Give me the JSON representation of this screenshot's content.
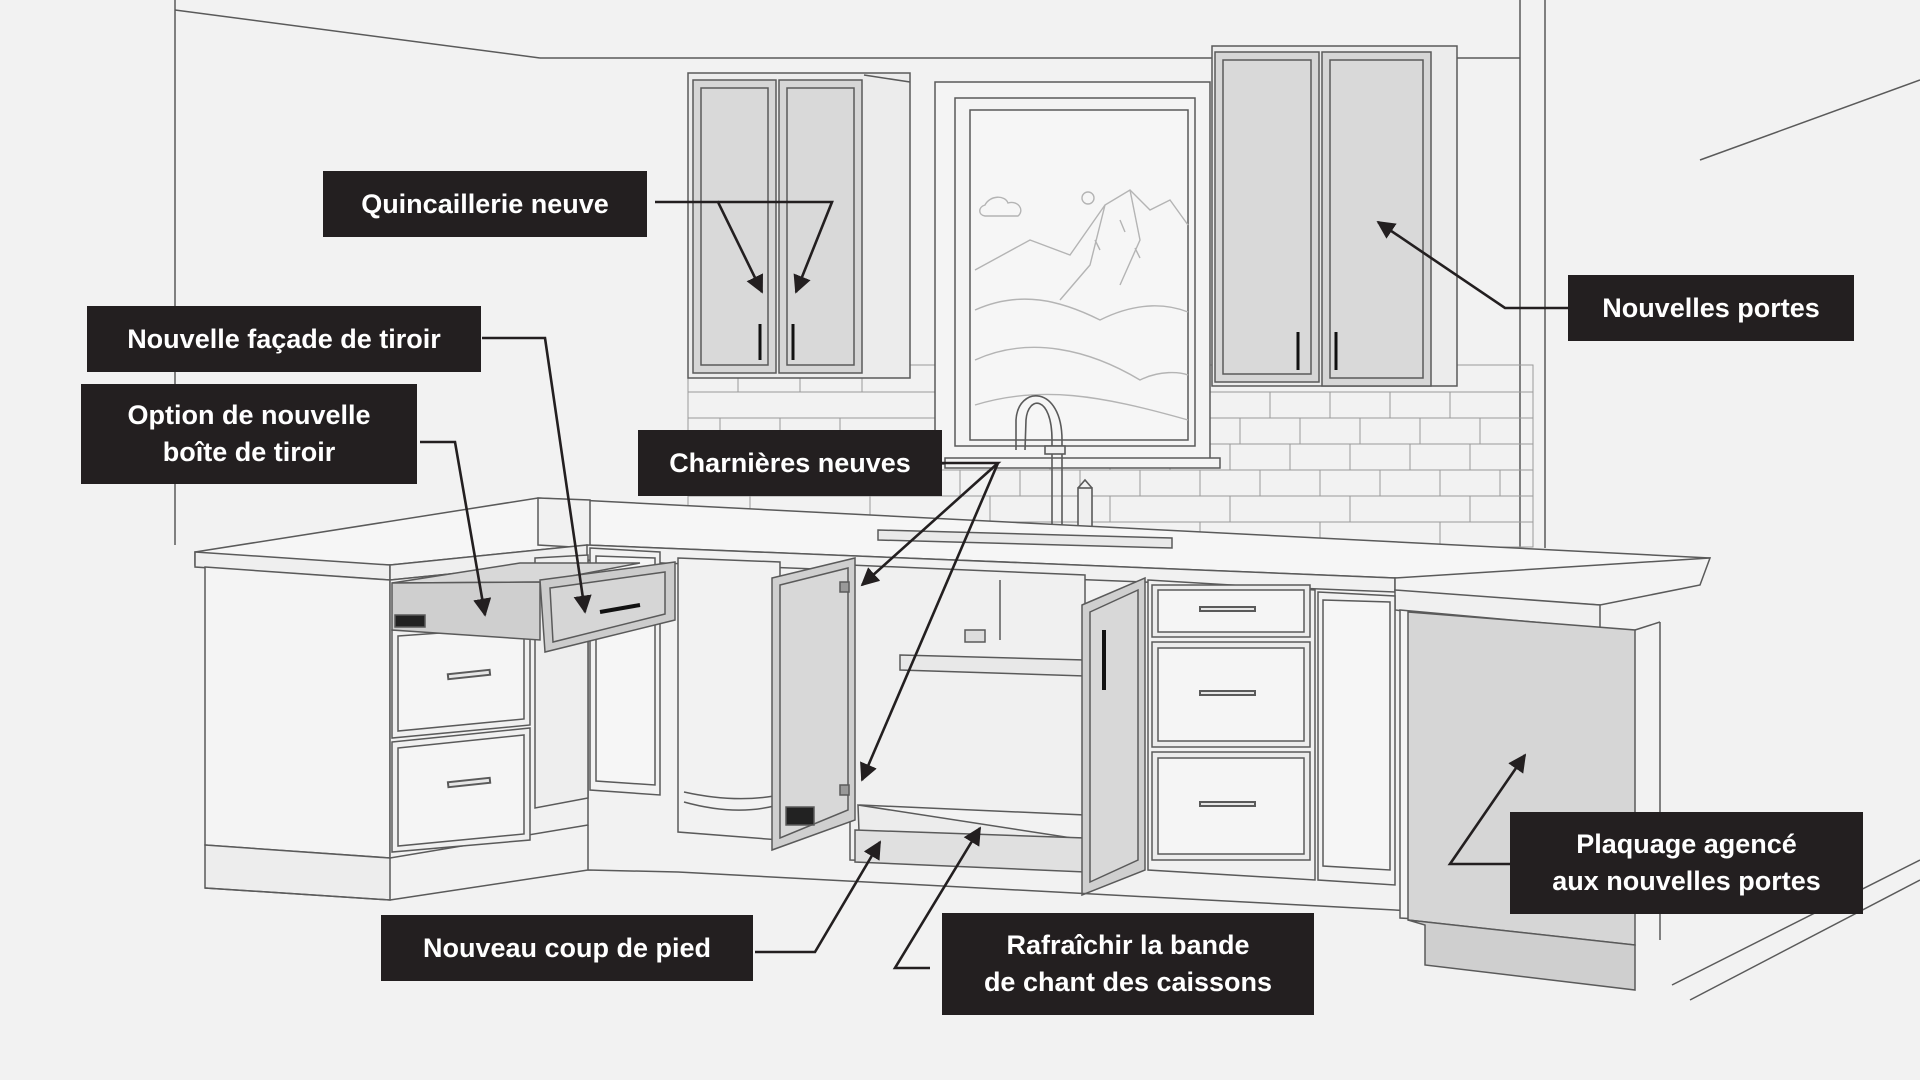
{
  "callouts": {
    "quincaillerie": "Quincaillerie neuve",
    "facade_tiroir": "Nouvelle façade de tiroir",
    "boite_tiroir": [
      "Option de nouvelle",
      "boîte de tiroir"
    ],
    "charnieres": "Charnières neuves",
    "nouvelles_portes": "Nouvelles portes",
    "coup_de_pied": "Nouveau coup de pied",
    "bande_chant": [
      "Rafraîchir la bande",
      "de chant des caissons"
    ],
    "plaquage": [
      "Plaquage agencé",
      "aux nouvelles portes"
    ]
  },
  "colors": {
    "background": "#f2f2f2",
    "label_bg": "#231f20",
    "label_text": "#ffffff",
    "line": "#4a4a4a",
    "door_fill": "#d6d6d6",
    "arrow": "#231f20"
  }
}
